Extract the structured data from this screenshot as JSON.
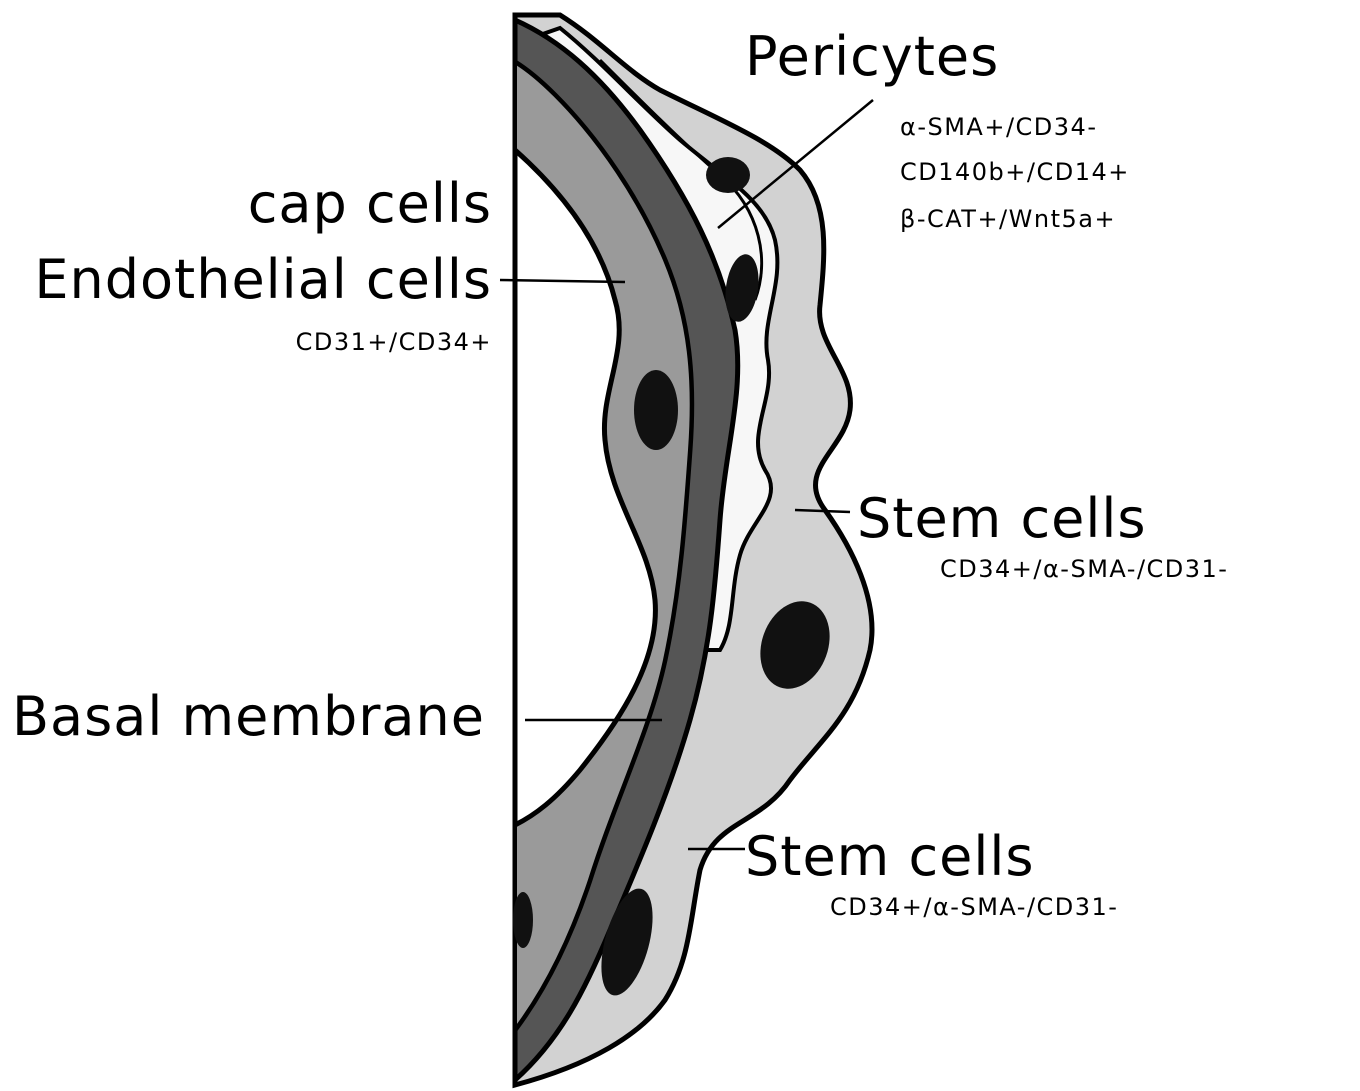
{
  "labels": {
    "pericytes": {
      "title": "Pericytes",
      "markers": [
        "α-SMA+/CD34-",
        "CD140b+/CD14+",
        "β-CAT+/Wnt5a+"
      ]
    },
    "cap_cells": "cap cells",
    "endothelial": {
      "title": "Endothelial cells",
      "markers": "CD31+/CD34+"
    },
    "stem_cells_1": {
      "title": "Stem cells",
      "markers": "CD34+/α-SMA-/CD31-"
    },
    "basal_membrane": "Basal membrane",
    "stem_cells_2": {
      "title": "Stem cells",
      "markers": "CD34+/α-SMA-/CD31-"
    }
  },
  "colors": {
    "endothelium": "#9a9a9a",
    "basal_membrane": "#555555",
    "pericyte": "#f7f7f7",
    "stem_cell": "#d2d2d2",
    "nucleus": "#111111",
    "outline": "#000000"
  }
}
